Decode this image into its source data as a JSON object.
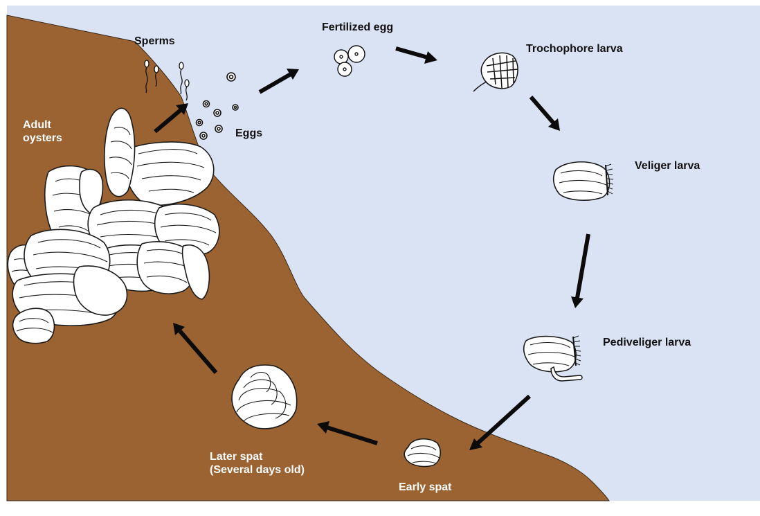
{
  "colors": {
    "water": "#dae3f4",
    "seabed": "#9a6331",
    "arrow": "#0b0b0b",
    "label_on_water": "#111111",
    "label_on_seabed": "#ffffff"
  },
  "labels": {
    "adult_oysters_line1": "Adult",
    "adult_oysters_line2": "oysters",
    "sperms": "Sperms",
    "eggs": "Eggs",
    "fertilized_egg": "Fertilized egg",
    "trochophore_larva": "Trochophore larva",
    "veliger_larva": "Veliger larva",
    "pediveliger_larva": "Pediveliger larva",
    "early_spat": "Early spat",
    "later_spat_line1": "Later spat",
    "later_spat_line2": "(Several days old)"
  },
  "icons": [
    "adult-oyster-cluster-icon",
    "sperm-icon",
    "egg-icon",
    "fertilized-egg-icon",
    "trochophore-larva-icon",
    "veliger-larva-icon",
    "pediveliger-larva-icon",
    "early-spat-icon",
    "later-spat-icon"
  ]
}
